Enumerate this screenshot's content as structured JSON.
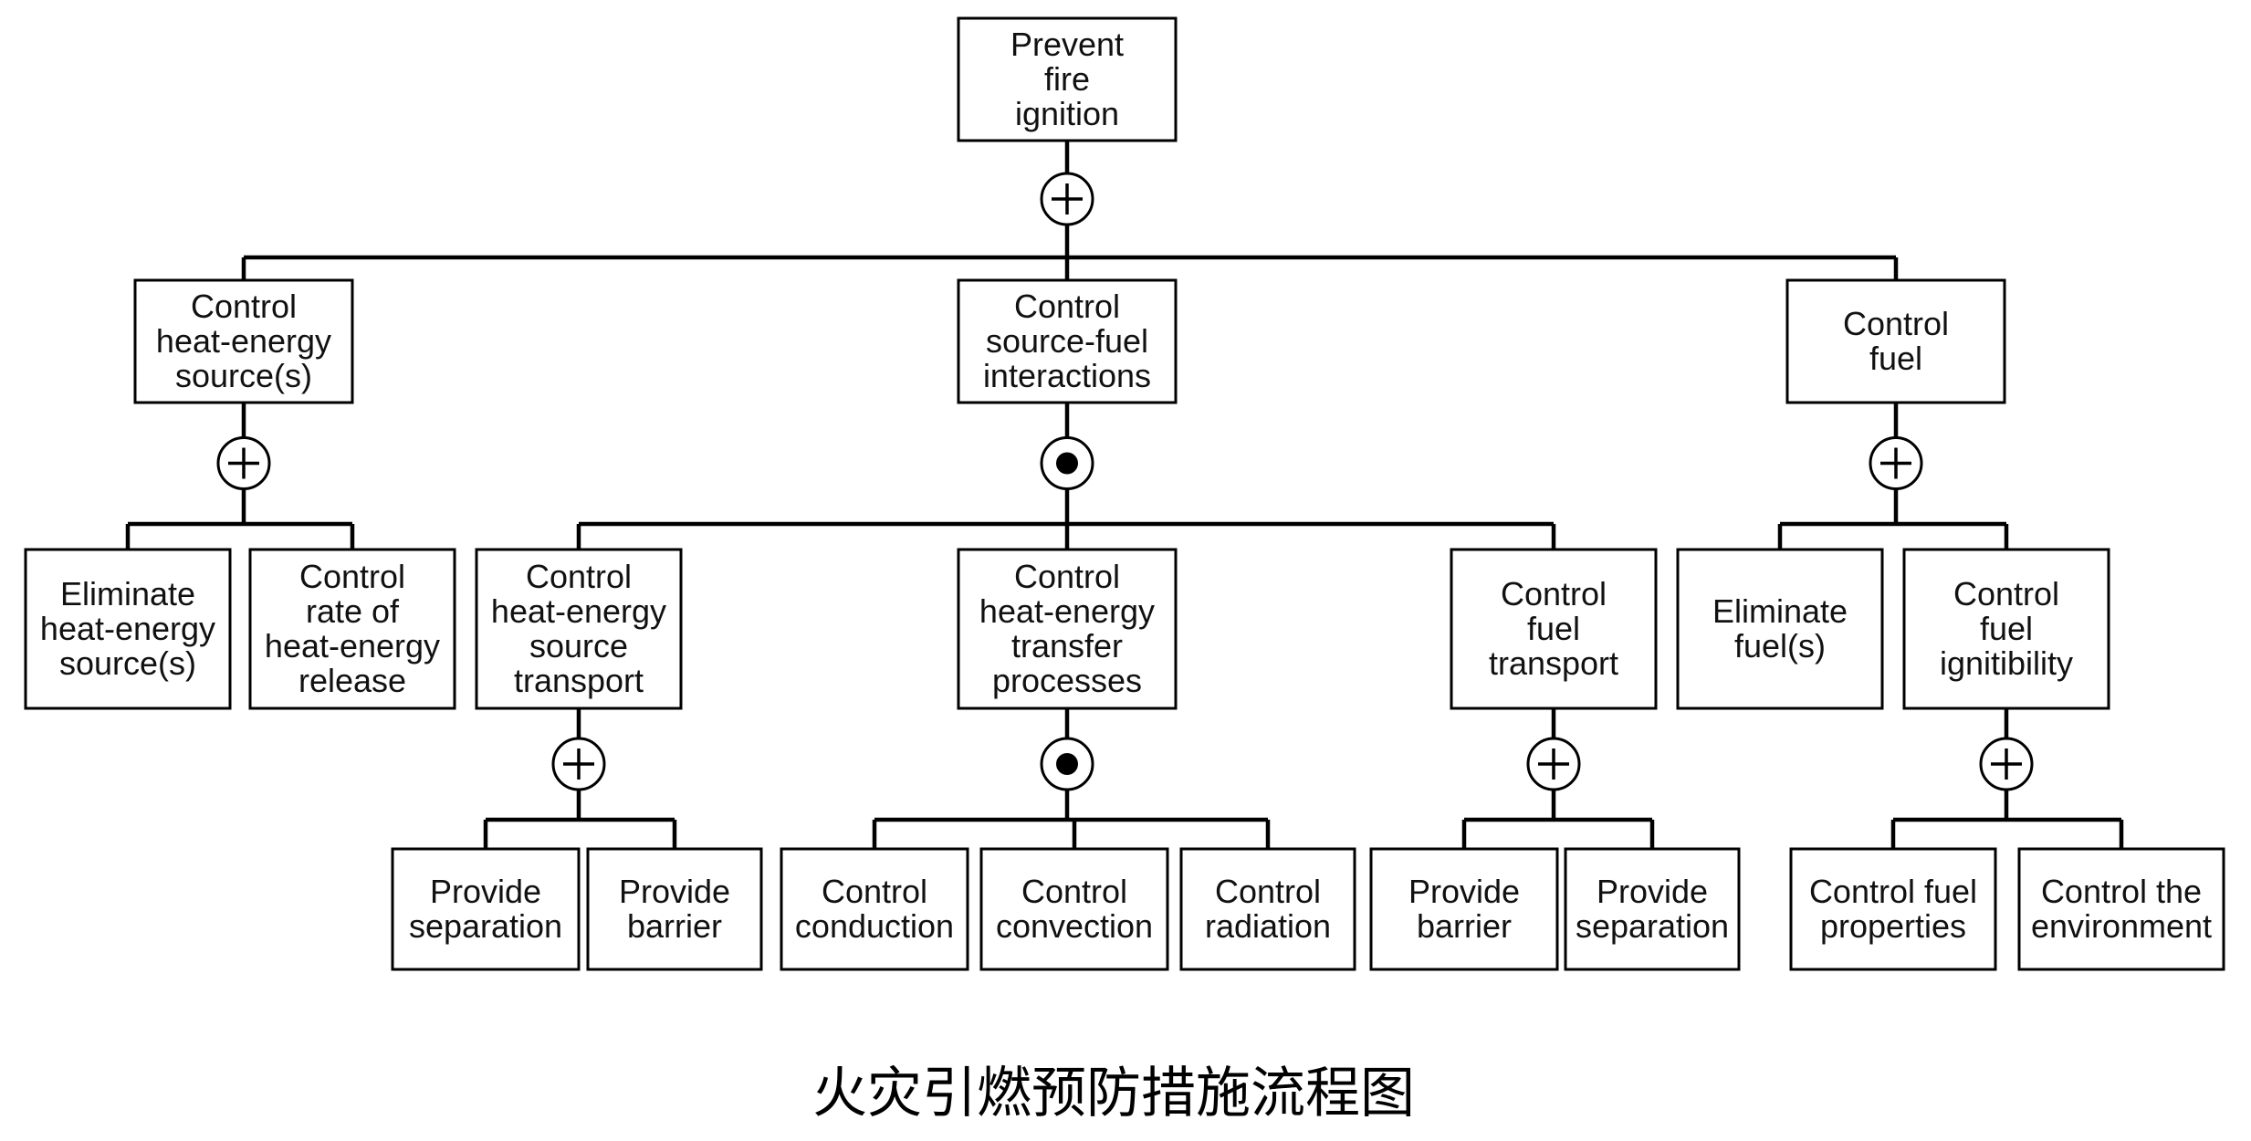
{
  "diagram": {
    "nodes": [
      {
        "id": "root",
        "label": "Prevent\nfire\nignition",
        "gate": "or"
      },
      {
        "id": "n1",
        "label": "Control\nheat-energy\nsource(s)",
        "gate": "or"
      },
      {
        "id": "n2",
        "label": "Control\nsource-fuel\ninteractions",
        "gate": "and"
      },
      {
        "id": "n3",
        "label": "Control\nfuel",
        "gate": "or"
      },
      {
        "id": "n11",
        "label": "Eliminate\nheat-energy\nsource(s)"
      },
      {
        "id": "n12",
        "label": "Control\nrate of\nheat-energy\nrelease"
      },
      {
        "id": "n21",
        "label": "Control\nheat-energy\nsource\ntransport",
        "gate": "or"
      },
      {
        "id": "n22",
        "label": "Control\nheat-energy\ntransfer\nprocesses",
        "gate": "and"
      },
      {
        "id": "n23",
        "label": "Control\nfuel\ntransport",
        "gate": "or"
      },
      {
        "id": "n31",
        "label": "Eliminate\nfuel(s)"
      },
      {
        "id": "n32",
        "label": "Control\nfuel\nignitibility",
        "gate": "or"
      },
      {
        "id": "n211",
        "label": "Provide\nseparation"
      },
      {
        "id": "n212",
        "label": "Provide\nbarrier"
      },
      {
        "id": "n221",
        "label": "Control\nconduction"
      },
      {
        "id": "n222",
        "label": "Control\nconvection"
      },
      {
        "id": "n223",
        "label": "Control\nradiation"
      },
      {
        "id": "n231",
        "label": "Provide\nbarrier"
      },
      {
        "id": "n232",
        "label": "Provide\nseparation"
      },
      {
        "id": "n321",
        "label": "Control fuel\nproperties"
      },
      {
        "id": "n322",
        "label": "Control the\nenvironment"
      }
    ],
    "edges": [
      [
        "root",
        "n1"
      ],
      [
        "root",
        "n2"
      ],
      [
        "root",
        "n3"
      ],
      [
        "n1",
        "n11"
      ],
      [
        "n1",
        "n12"
      ],
      [
        "n2",
        "n21"
      ],
      [
        "n2",
        "n22"
      ],
      [
        "n2",
        "n23"
      ],
      [
        "n3",
        "n31"
      ],
      [
        "n3",
        "n32"
      ],
      [
        "n21",
        "n211"
      ],
      [
        "n21",
        "n212"
      ],
      [
        "n22",
        "n221"
      ],
      [
        "n22",
        "n222"
      ],
      [
        "n22",
        "n223"
      ],
      [
        "n23",
        "n231"
      ],
      [
        "n23",
        "n232"
      ],
      [
        "n32",
        "n321"
      ],
      [
        "n32",
        "n322"
      ]
    ],
    "caption": "火灾引燃预防措施流程图"
  }
}
